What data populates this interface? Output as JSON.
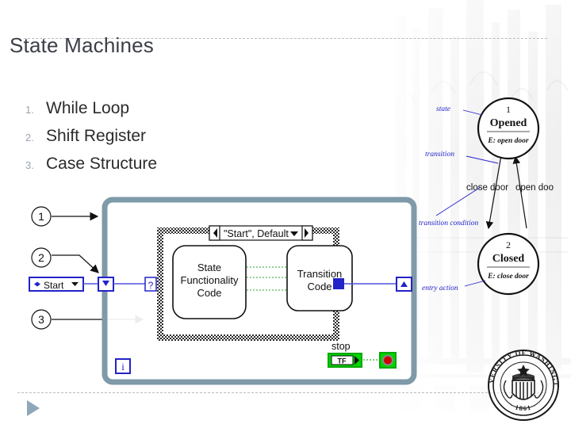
{
  "slide": {
    "title": "State Machines",
    "list": [
      {
        "number": "1.",
        "label": "While Loop"
      },
      {
        "number": "2.",
        "label": "Shift Register"
      },
      {
        "number": "3.",
        "label": "Case Structure"
      }
    ]
  },
  "labview_diagram": {
    "callouts": [
      "1",
      "2",
      "3"
    ],
    "enum_control": {
      "label": "Start"
    },
    "iteration_terminal": "i",
    "case_selector": "?",
    "case_label": "\"Start\", Default",
    "subvi_left": [
      "State",
      "Functionality",
      "Code"
    ],
    "subvi_right": [
      "Transition",
      "Code"
    ],
    "stop_label": "stop",
    "stop_boolean": "TF"
  },
  "state_diagram": {
    "states": [
      {
        "number": "1",
        "name": "Opened",
        "entry": "E: open door"
      },
      {
        "number": "2",
        "name": "Closed",
        "entry": "E: close door"
      }
    ],
    "transitions": [
      {
        "label": "close door",
        "from": "Opened",
        "to": "Closed"
      },
      {
        "label": "open doo",
        "from": "Closed",
        "to": "Opened"
      }
    ],
    "annotations": [
      "state",
      "transition",
      "transition condition",
      "entry action"
    ]
  },
  "footer": {
    "seal_text_top": "UNIVERSITY OF WASHINGTON",
    "seal_year": "1861",
    "next_icon": "play-triangle-icon"
  },
  "colors": {
    "title": "#3b3f46",
    "list_number": "#9aa4b0",
    "rule": "#b9bcc2",
    "loop_border": "#7f9aa8",
    "wire_blue": "#2323c8",
    "wire_green": "#00a000",
    "stop_red": "#cc0000",
    "accent_triangle": "#8fa8b9"
  }
}
